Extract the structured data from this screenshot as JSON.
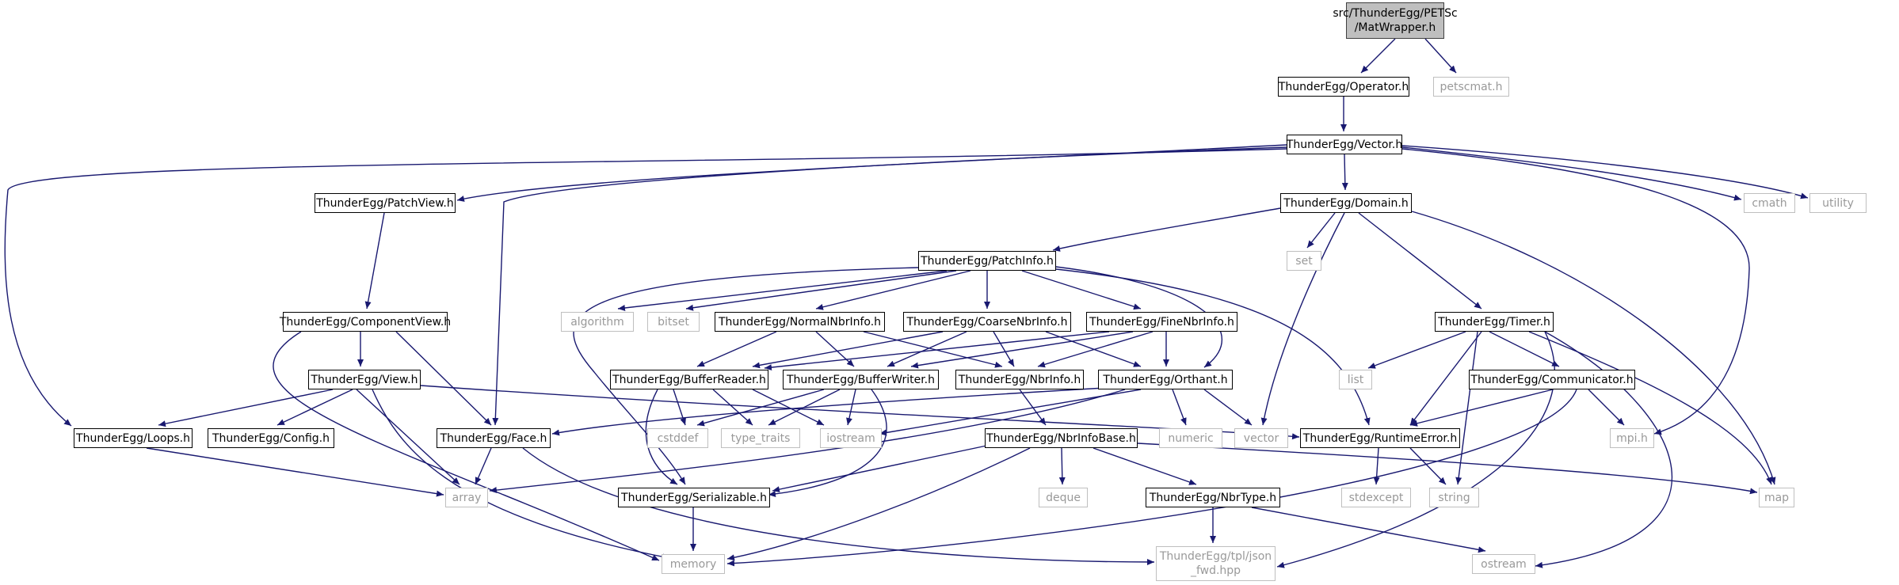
{
  "nodes": {
    "matwrapper": "src/ThunderEgg/PETSc\n/MatWrapper.h",
    "operator": "ThunderEgg/Operator.h",
    "petscmat": "petscmat.h",
    "vector_h": "ThunderEgg/Vector.h",
    "patchview": "ThunderEgg/PatchView.h",
    "domain": "ThunderEgg/Domain.h",
    "cmath": "cmath",
    "utility": "utility",
    "set": "set",
    "patchinfo": "ThunderEgg/PatchInfo.h",
    "componentview": "ThunderEgg/ComponentView.h",
    "algorithm": "algorithm",
    "bitset": "bitset",
    "normalnbrinfo": "ThunderEgg/NormalNbrInfo.h",
    "coarsenbrinfo": "ThunderEgg/CoarseNbrInfo.h",
    "finenbrinfo": "ThunderEgg/FineNbrInfo.h",
    "timer": "ThunderEgg/Timer.h",
    "list": "list",
    "view": "ThunderEgg/View.h",
    "bufferreader": "ThunderEgg/BufferReader.h",
    "bufferwriter": "ThunderEgg/BufferWriter.h",
    "nbrinfo": "ThunderEgg/NbrInfo.h",
    "orthant": "ThunderEgg/Orthant.h",
    "communicator": "ThunderEgg/Communicator.h",
    "loops": "ThunderEgg/Loops.h",
    "config": "ThunderEgg/Config.h",
    "face": "ThunderEgg/Face.h",
    "cstddef": "cstddef",
    "type_traits": "type_traits",
    "iostream": "iostream",
    "numeric": "numeric",
    "vector_std": "vector",
    "runtimeerror": "ThunderEgg/RuntimeError.h",
    "mpi": "mpi.h",
    "nbrinfobase": "ThunderEgg/NbrInfoBase.h",
    "array": "array",
    "serializable": "ThunderEgg/Serializable.h",
    "deque": "deque",
    "nbrtype": "ThunderEgg/NbrType.h",
    "stdexcept": "stdexcept",
    "string": "string",
    "map": "map",
    "memory": "memory",
    "json_fwd": "ThunderEgg/tpl/json\n_fwd.hpp",
    "ostream": "ostream"
  },
  "colors": {
    "edge": "#191970",
    "node_border": "#000000",
    "external_border": "#bfbfbf",
    "external_text": "#999999",
    "root_fill": "#bfbfbf"
  }
}
